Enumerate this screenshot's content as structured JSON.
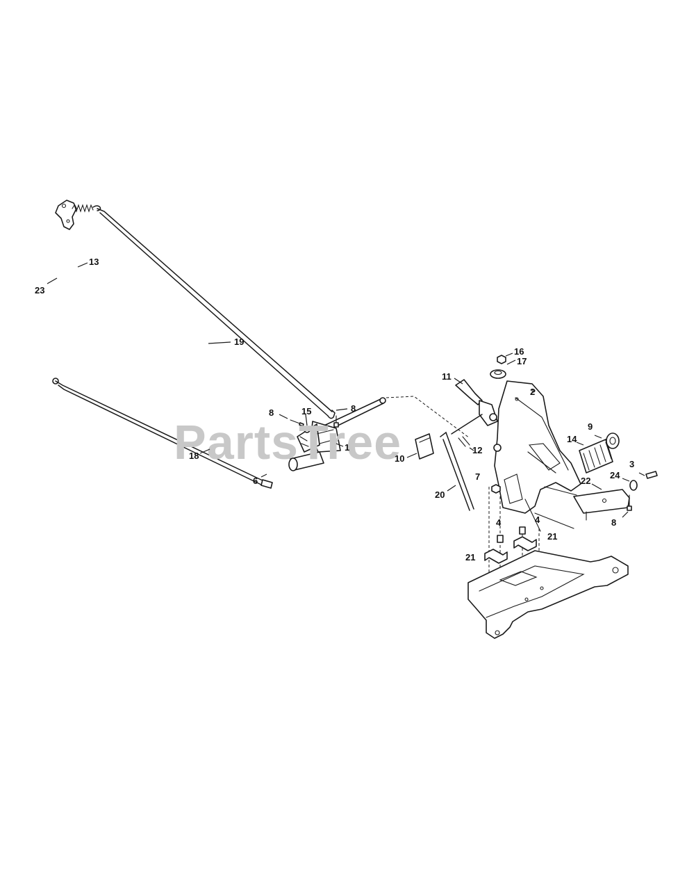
{
  "watermark": {
    "text": "PartsTree",
    "color": "#c8c8c8"
  },
  "colors": {
    "line": "#1a1a1a",
    "background": "#ffffff"
  },
  "callouts": [
    {
      "id": "c23",
      "label": "23"
    },
    {
      "id": "c13",
      "label": "13"
    },
    {
      "id": "c19",
      "label": "19"
    },
    {
      "id": "c18",
      "label": "18"
    },
    {
      "id": "c6",
      "label": "6"
    },
    {
      "id": "c8a",
      "label": "8"
    },
    {
      "id": "c15",
      "label": "15"
    },
    {
      "id": "c8b",
      "label": "8"
    },
    {
      "id": "c1",
      "label": "1"
    },
    {
      "id": "c10",
      "label": "10"
    },
    {
      "id": "c12",
      "label": "12"
    },
    {
      "id": "c20",
      "label": "20"
    },
    {
      "id": "c11",
      "label": "11"
    },
    {
      "id": "c16",
      "label": "16"
    },
    {
      "id": "c17",
      "label": "17"
    },
    {
      "id": "c2",
      "label": "2"
    },
    {
      "id": "c9",
      "label": "9"
    },
    {
      "id": "c14",
      "label": "14"
    },
    {
      "id": "c3",
      "label": "3"
    },
    {
      "id": "c24",
      "label": "24"
    },
    {
      "id": "c22",
      "label": "22"
    },
    {
      "id": "c7",
      "label": "7"
    },
    {
      "id": "c8c",
      "label": "8"
    },
    {
      "id": "c4a",
      "label": "4"
    },
    {
      "id": "c4b",
      "label": "4"
    },
    {
      "id": "c21a",
      "label": "21"
    },
    {
      "id": "c21b",
      "label": "21"
    }
  ]
}
